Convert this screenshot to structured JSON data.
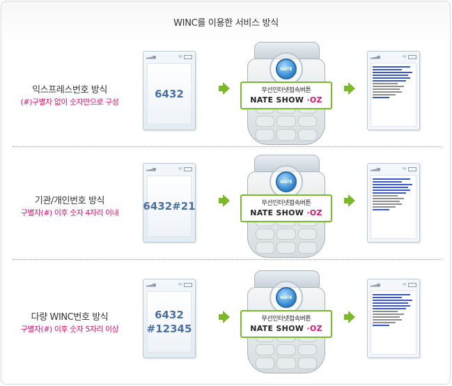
{
  "title": "WINC를 이용한 서비스 방식",
  "colors": {
    "accent_pink": "#e0106c",
    "arrow_green": "#7bb82a",
    "number_blue": "#4a6fa5"
  },
  "rows": [
    {
      "label": "익스프레스번호 방식",
      "sub": "(#)구별자 없이 숫자만으로 구성",
      "number_line1": "6432",
      "number_line2": "",
      "callout_text": "무선인터넷접속버튼",
      "logo_text": "NATE SHOW",
      "logo_suffix": "·OZ"
    },
    {
      "label": "기관/개인번호 방식",
      "sub": "구별자(#) 이후  숫자 4자리 이내",
      "number_line1": "6432#21",
      "number_line2": "",
      "callout_text": "무선인터넷접속버튼",
      "logo_text": "NATE SHOW",
      "logo_suffix": "·OZ"
    },
    {
      "label": "다량 WINC번호  방식",
      "sub": "구별자(#) 이후 숫자 5자리 이상",
      "number_line1": "6432",
      "number_line2": "#12345",
      "callout_text": "무선인터넷접속버튼",
      "logo_text": "NATE SHOW",
      "logo_suffix": "·OZ"
    }
  ],
  "icons": [
    "signal-icon",
    "mail-icon",
    "battery-icon",
    "arrow-right-icon",
    "nate-button-icon"
  ]
}
